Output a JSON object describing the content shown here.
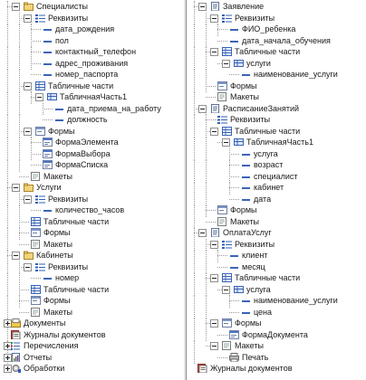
{
  "left_tree": [
    {
      "t": "Специалисты",
      "lv": 1,
      "ic": "folder",
      "ex": true,
      "vl": [
        0
      ]
    },
    {
      "t": "Реквизиты",
      "lv": 2,
      "ic": "props",
      "ex": true,
      "vl": [
        0,
        1
      ]
    },
    {
      "t": "дата_рождения",
      "lv": 3,
      "ic": "attr",
      "vl": [
        0,
        1,
        2
      ]
    },
    {
      "t": "пол",
      "lv": 3,
      "ic": "attr",
      "vl": [
        0,
        1,
        2
      ]
    },
    {
      "t": "контактный_телефон",
      "lv": 3,
      "ic": "attr",
      "vl": [
        0,
        1,
        2
      ]
    },
    {
      "t": "адрес_проживания",
      "lv": 3,
      "ic": "attr",
      "vl": [
        0,
        1,
        2
      ]
    },
    {
      "t": "номер_паспорта",
      "lv": 3,
      "ic": "attr",
      "vl": [
        0,
        1
      ]
    },
    {
      "t": "Табличные части",
      "lv": 2,
      "ic": "tables",
      "ex": true,
      "vl": [
        0,
        1
      ]
    },
    {
      "t": "ТабличнаяЧасть1",
      "lv": 3,
      "ic": "table",
      "ex": true,
      "vl": [
        0,
        1,
        2
      ]
    },
    {
      "t": "дата_приема_на_работу",
      "lv": 4,
      "ic": "attr",
      "vl": [
        0,
        1,
        3
      ]
    },
    {
      "t": "должность",
      "lv": 4,
      "ic": "attr",
      "vl": [
        0,
        1
      ]
    },
    {
      "t": "Формы",
      "lv": 2,
      "ic": "forms",
      "ex": true,
      "vl": [
        0,
        1
      ]
    },
    {
      "t": "ФормаЭлемента",
      "lv": 3,
      "ic": "form",
      "vl": [
        0,
        1,
        2
      ]
    },
    {
      "t": "ФормаВыбора",
      "lv": 3,
      "ic": "form",
      "vl": [
        0,
        1,
        2
      ]
    },
    {
      "t": "ФормаСписка",
      "lv": 3,
      "ic": "form",
      "vl": [
        0,
        1
      ]
    },
    {
      "t": "Макеты",
      "lv": 2,
      "ic": "layouts",
      "vl": [
        0
      ]
    },
    {
      "t": "Услуги",
      "lv": 1,
      "ic": "folder",
      "ex": true,
      "vl": [
        0
      ]
    },
    {
      "t": "Реквизиты",
      "lv": 2,
      "ic": "props",
      "ex": true,
      "vl": [
        0,
        1
      ]
    },
    {
      "t": "количество_часов",
      "lv": 3,
      "ic": "attr",
      "vl": [
        0,
        1
      ]
    },
    {
      "t": "Табличные части",
      "lv": 2,
      "ic": "tables",
      "vl": [
        0,
        1
      ]
    },
    {
      "t": "Формы",
      "lv": 2,
      "ic": "forms",
      "vl": [
        0,
        1
      ]
    },
    {
      "t": "Макеты",
      "lv": 2,
      "ic": "layouts",
      "vl": [
        0
      ]
    },
    {
      "t": "Кабинеты",
      "lv": 1,
      "ic": "folder",
      "ex": true,
      "vl": [
        0
      ]
    },
    {
      "t": "Реквизиты",
      "lv": 2,
      "ic": "props",
      "ex": true,
      "vl": [
        0,
        1
      ]
    },
    {
      "t": "номер",
      "lv": 3,
      "ic": "attr",
      "vl": [
        0,
        1
      ]
    },
    {
      "t": "Табличные части",
      "lv": 2,
      "ic": "tables",
      "vl": [
        0,
        1
      ]
    },
    {
      "t": "Формы",
      "lv": 2,
      "ic": "forms",
      "vl": [
        0,
        1
      ]
    },
    {
      "t": "Макеты",
      "lv": 2,
      "ic": "layouts",
      "vl": [
        0
      ]
    },
    {
      "t": "Документы",
      "lv": 0,
      "ic": "docs",
      "col": true,
      "vl": [
        0
      ]
    },
    {
      "t": "Журналы документов",
      "lv": 0,
      "ic": "journals",
      "vl": [
        0
      ]
    },
    {
      "t": "Перечисления",
      "lv": 0,
      "ic": "enums",
      "col": true,
      "vl": [
        0
      ]
    },
    {
      "t": "Отчеты",
      "lv": 0,
      "ic": "reports",
      "col": true,
      "vl": [
        0
      ]
    },
    {
      "t": "Обработки",
      "lv": 0,
      "ic": "processing",
      "col": true,
      "vl": []
    }
  ],
  "right_tree": [
    {
      "t": "Заявление",
      "lv": 1,
      "ic": "doc",
      "ex": true,
      "vl": [
        0
      ]
    },
    {
      "t": "Реквизиты",
      "lv": 2,
      "ic": "props",
      "ex": true,
      "vl": [
        0,
        1
      ]
    },
    {
      "t": "ФИО_ребенка",
      "lv": 3,
      "ic": "attr",
      "vl": [
        0,
        1,
        2
      ]
    },
    {
      "t": "дата_начала_обучения",
      "lv": 3,
      "ic": "attr",
      "vl": [
        0,
        1
      ]
    },
    {
      "t": "Табличные части",
      "lv": 2,
      "ic": "tables",
      "ex": true,
      "vl": [
        0,
        1
      ]
    },
    {
      "t": "услуги",
      "lv": 3,
      "ic": "table",
      "ex": true,
      "vl": [
        0,
        1
      ]
    },
    {
      "t": "наименование_услуги",
      "lv": 4,
      "ic": "attr",
      "vl": [
        0,
        1
      ]
    },
    {
      "t": "Формы",
      "lv": 2,
      "ic": "forms",
      "vl": [
        0,
        1
      ]
    },
    {
      "t": "Макеты",
      "lv": 2,
      "ic": "layouts",
      "vl": [
        0
      ]
    },
    {
      "t": "РасписаниеЗанятий",
      "lv": 1,
      "ic": "doc",
      "ex": true,
      "vl": [
        0
      ]
    },
    {
      "t": "Реквизиты",
      "lv": 2,
      "ic": "props",
      "vl": [
        0,
        1
      ]
    },
    {
      "t": "Табличные части",
      "lv": 2,
      "ic": "tables",
      "ex": true,
      "vl": [
        0,
        1
      ]
    },
    {
      "t": "ТабличнаяЧасть1",
      "lv": 3,
      "ic": "table",
      "ex": true,
      "vl": [
        0,
        1
      ]
    },
    {
      "t": "услуга",
      "lv": 4,
      "ic": "attr",
      "vl": [
        0,
        1,
        3
      ]
    },
    {
      "t": "возраст",
      "lv": 4,
      "ic": "attr",
      "vl": [
        0,
        1,
        3
      ]
    },
    {
      "t": "специалист",
      "lv": 4,
      "ic": "attr",
      "vl": [
        0,
        1,
        3
      ]
    },
    {
      "t": "кабинет",
      "lv": 4,
      "ic": "attr",
      "vl": [
        0,
        1,
        3
      ]
    },
    {
      "t": "дата",
      "lv": 4,
      "ic": "attr",
      "vl": [
        0,
        1
      ]
    },
    {
      "t": "Формы",
      "lv": 2,
      "ic": "forms",
      "vl": [
        0,
        1
      ]
    },
    {
      "t": "Макеты",
      "lv": 2,
      "ic": "layouts",
      "vl": [
        0
      ]
    },
    {
      "t": "ОплатаУслуг",
      "lv": 1,
      "ic": "doc",
      "ex": true,
      "vl": [
        0
      ]
    },
    {
      "t": "Реквизиты",
      "lv": 2,
      "ic": "props",
      "ex": true,
      "vl": [
        0,
        1
      ]
    },
    {
      "t": "клиент",
      "lv": 3,
      "ic": "attr",
      "vl": [
        0,
        1,
        2
      ]
    },
    {
      "t": "месяц",
      "lv": 3,
      "ic": "attr",
      "vl": [
        0,
        1
      ]
    },
    {
      "t": "Табличные части",
      "lv": 2,
      "ic": "tables",
      "ex": true,
      "vl": [
        0,
        1
      ]
    },
    {
      "t": "услуга",
      "lv": 3,
      "ic": "table",
      "ex": true,
      "vl": [
        0,
        1
      ]
    },
    {
      "t": "наименование_услуги",
      "lv": 4,
      "ic": "attr",
      "vl": [
        0,
        1,
        3
      ]
    },
    {
      "t": "цена",
      "lv": 4,
      "ic": "attr",
      "vl": [
        0,
        1
      ]
    },
    {
      "t": "Формы",
      "lv": 2,
      "ic": "forms",
      "ex": true,
      "vl": [
        0,
        1
      ]
    },
    {
      "t": "ФормаДокумента",
      "lv": 3,
      "ic": "form",
      "vl": [
        0,
        1
      ]
    },
    {
      "t": "Макеты",
      "lv": 2,
      "ic": "layouts",
      "ex": true,
      "vl": [
        0
      ]
    },
    {
      "t": "Печать",
      "lv": 3,
      "ic": "print",
      "vl": [
        0
      ]
    },
    {
      "t": "Журналы документов",
      "lv": 0,
      "ic": "journals",
      "vl": []
    }
  ]
}
